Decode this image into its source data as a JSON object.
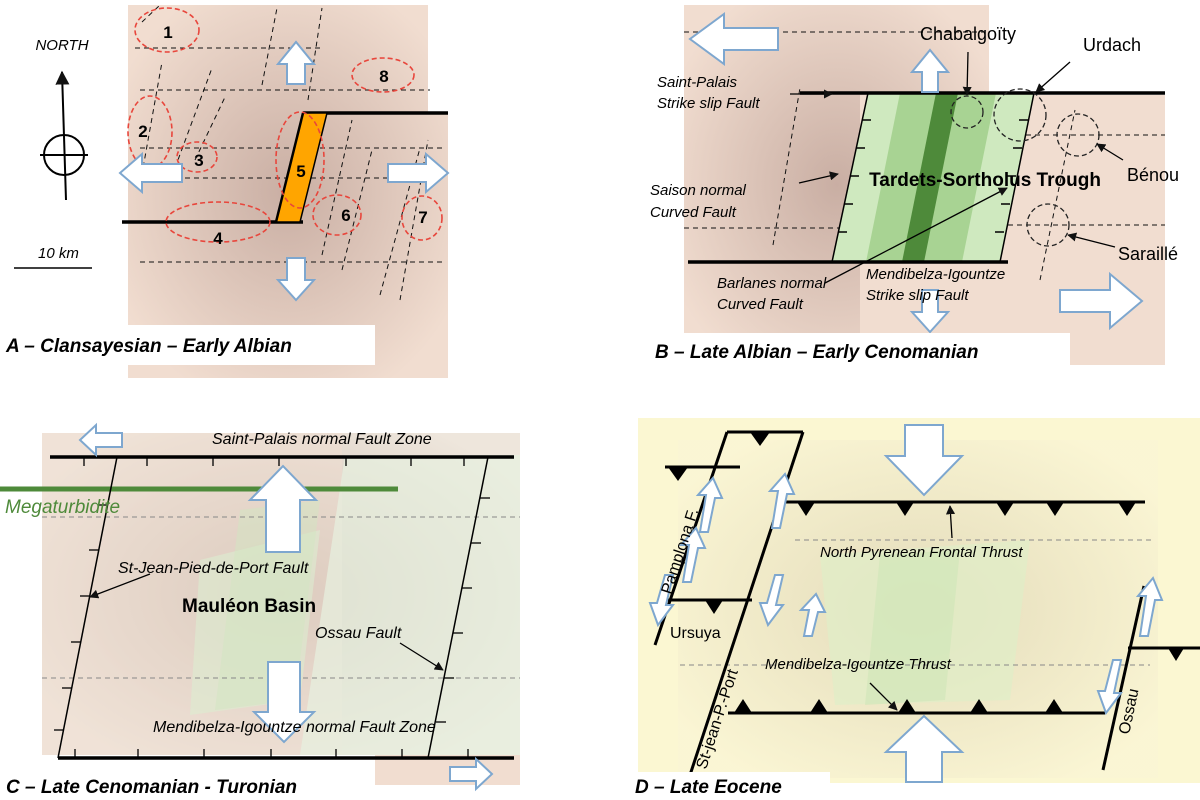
{
  "panel_a": {
    "caption": "A – Clansayesian – Early Albian",
    "north_label": "NORTH",
    "scale_label": "10 km",
    "zones": [
      "1",
      "2",
      "3",
      "4",
      "5",
      "6",
      "7",
      "8"
    ]
  },
  "panel_b": {
    "caption": "B – Late Albian – Early Cenomanian",
    "trough_label": "Tardets-Sortholus Trough",
    "saint_palais": [
      "Saint-Palais",
      "Strike slip Fault"
    ],
    "saison": [
      "Saison normal",
      "Curved Fault"
    ],
    "barlanes": [
      "Barlanes normal",
      "Curved Fault"
    ],
    "mendibelza": [
      "Mendibelza-Igountze",
      "Strike slip Fault"
    ],
    "sites": {
      "chabalgoity": "Chabalgoïty",
      "urdach": "Urdach",
      "benou": "Bénou",
      "saraille": "Saraillé"
    }
  },
  "panel_c": {
    "caption": "C – Late Cenomanian - Turonian",
    "saint_palais": "Saint-Palais normal Fault Zone",
    "megaturbidite": "Megaturbidite",
    "st_jean": "St-Jean-Pied-de-Port Fault",
    "basin": "Mauléon Basin",
    "ossau": "Ossau Fault",
    "mendibelza": "Mendibelza-Igountze normal Fault Zone"
  },
  "panel_d": {
    "caption": "D – Late Eocene",
    "pamplona": "Pamplona F.",
    "npft": "North Pyrenean Frontal Thrust",
    "ursuya": "Ursuya",
    "st_jean": "St-jean-P.-Port",
    "mendibelza": "Mendibelza-Igountze Thrust",
    "ossau": "Ossau"
  },
  "colors": {
    "salmon": "#f1ddd0",
    "orange": "#ffa500",
    "green_dark": "#4e8a3a",
    "green_light": "#cfe9bf",
    "cream": "#fbf7d2",
    "arrow_fill": "#ffffff",
    "arrow_stroke": "#7ea7cf",
    "zone_stroke": "#e8463c"
  }
}
